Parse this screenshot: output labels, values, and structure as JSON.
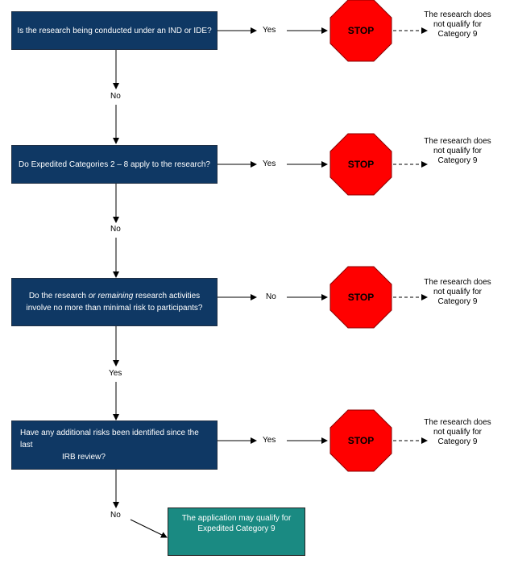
{
  "questions": [
    {
      "line1": "Is the research being conducted under an IND or IDE?"
    },
    {
      "line1": "Do Expedited Categories 2 – 8 apply to the research?"
    },
    {
      "line1": "Do the research or remaining research activities",
      "line2": "involve no more than minimal risk to participants?"
    },
    {
      "line1": "Have any additional risks been identified since the last",
      "line2": "IRB review?"
    }
  ],
  "stop_label": "STOP",
  "side_answers": [
    "Yes",
    "Yes",
    "No",
    "Yes"
  ],
  "down_answers": [
    "No",
    "No",
    "Yes",
    "No"
  ],
  "result_text": {
    "line1": "The research does",
    "line2": "not qualify for",
    "line3": "Category 9"
  },
  "final": {
    "line1": "The application may qualify for",
    "line2": "Expedited Category 9"
  },
  "colors": {
    "question_box": "#0f3864",
    "stop_sign": "#ff0000",
    "final_box": "#1a8a82"
  }
}
